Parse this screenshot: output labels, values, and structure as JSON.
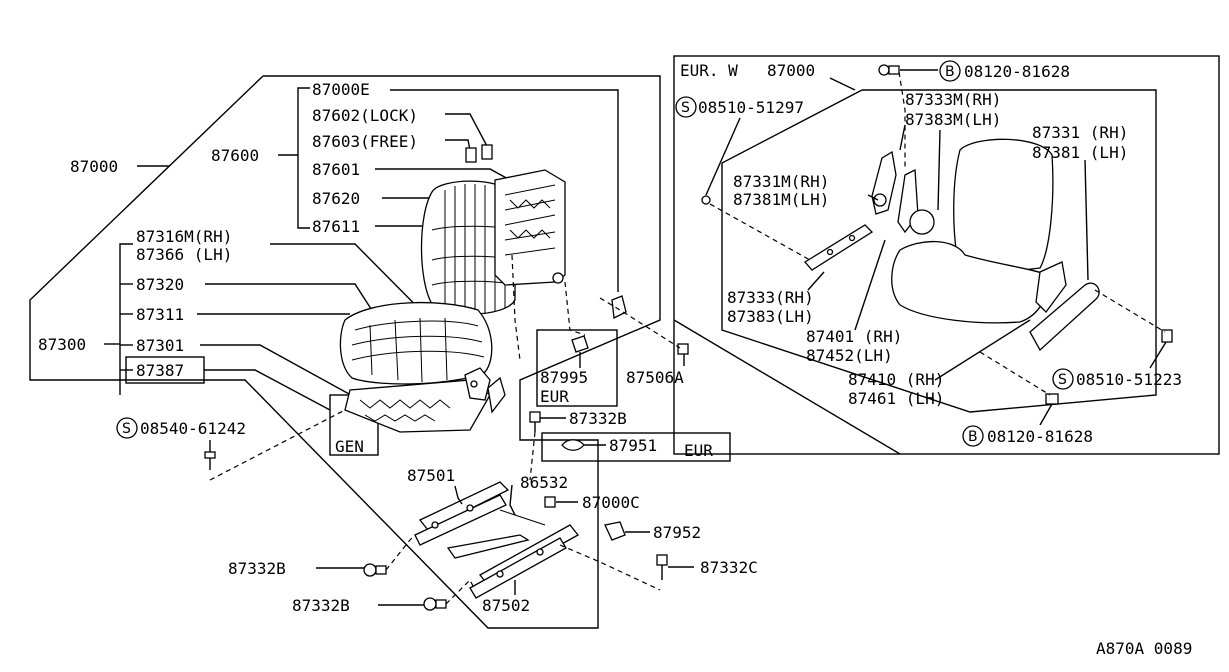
{
  "labels": {
    "l_87000_main": "87000",
    "l_87000E": "87000E",
    "l_87602": "87602(LOCK)",
    "l_87603": "87603(FREE)",
    "l_87600": "87600",
    "l_87601": "87601",
    "l_87620": "87620",
    "l_87611": "87611",
    "l_87316M": "87316M(RH)",
    "l_87366": "87366 (LH)",
    "l_87320": "87320",
    "l_87311": "87311",
    "l_87300": "87300",
    "l_87301": "87301",
    "l_87387": "87387",
    "l_08540": "08540-61242",
    "l_gen": "GEN",
    "l_87995": "87995",
    "l_eur1": "EUR",
    "l_87506A": "87506A",
    "l_87332B_a": "87332B",
    "l_87951": "87951",
    "l_eur2": "EUR",
    "l_87501": "87501",
    "l_86532": "86532",
    "l_87000C": "87000C",
    "l_87952": "87952",
    "l_87332B_b": "87332B",
    "l_87332C": "87332C",
    "l_87332B_c": "87332B",
    "l_87502": "87502",
    "l_eurw": "EUR. W",
    "l_87000_eur": "87000",
    "l_08120_a": "08120-81628",
    "l_08510_a": "08510-51297",
    "l_87333M": "87333M(RH)",
    "l_87383M": "87383M(LH)",
    "l_87331": "87331 (RH)",
    "l_87381": "87381 (LH)",
    "l_87331M": "87331M(RH)",
    "l_87381M": "87381M(LH)",
    "l_87333": "87333(RH)",
    "l_87383": "87383(LH)",
    "l_87401": "87401 (RH)",
    "l_87452": "87452(LH)",
    "l_87410": "87410 (RH)",
    "l_87461": "87461 (LH)",
    "l_08510_b": "08510-51223",
    "l_08120_b": "08120-81628",
    "l_code": "A870A 0089"
  },
  "symbols": {
    "s_letter": "S",
    "b_letter": "B"
  }
}
